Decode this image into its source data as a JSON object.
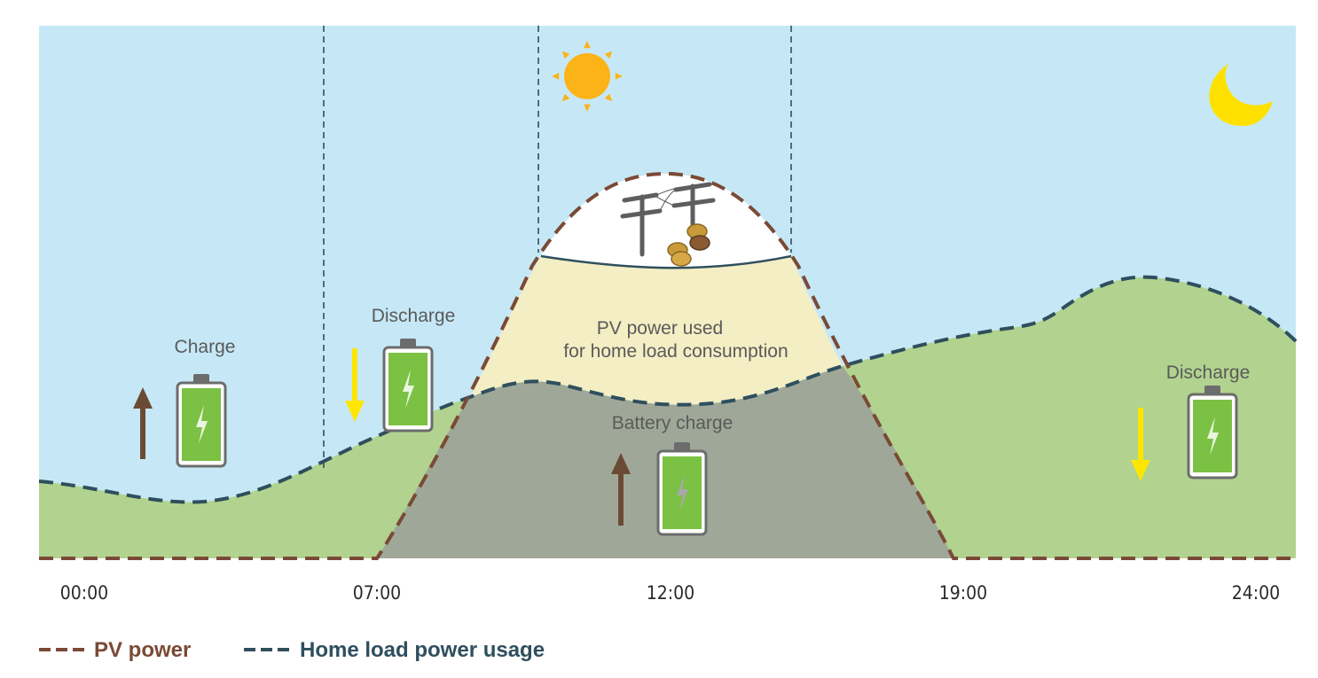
{
  "colors": {
    "sky": "#c6e8f6",
    "home_area": "#b1d38f",
    "battery_area": "#9fa898",
    "pv_used_area": "#f3eec4",
    "grid_area": "#ffffff",
    "pv_line": "#7a4a36",
    "home_line": "#2f4f5e",
    "sun": "#fbb317",
    "moon": "#ffe100",
    "up_arrow": "#6b4a35",
    "down_arrow": "#ffe600",
    "battery_fill": "#7bc143",
    "battery_frame": "#6c6c6c"
  },
  "labels": {
    "charge": "Charge",
    "discharge_morning": "Discharge",
    "discharge_evening": "Discharge",
    "pv_used_line1": "PV power used",
    "pv_used_line2": "for home load consumption",
    "battery_charge": "Battery charge"
  },
  "time_axis": [
    "00:00",
    "07:00",
    "12:00",
    "19:00",
    "24:00"
  ],
  "legend": [
    {
      "label": "PV power",
      "color": "#7a4a36"
    },
    {
      "label": "Home load power usage",
      "color": "#2f4f5e"
    }
  ],
  "icons": [
    "sun-icon",
    "moon-icon",
    "utility-pole-icon",
    "coins-icon",
    "battery-icon",
    "up-arrow-icon",
    "down-arrow-icon"
  ]
}
